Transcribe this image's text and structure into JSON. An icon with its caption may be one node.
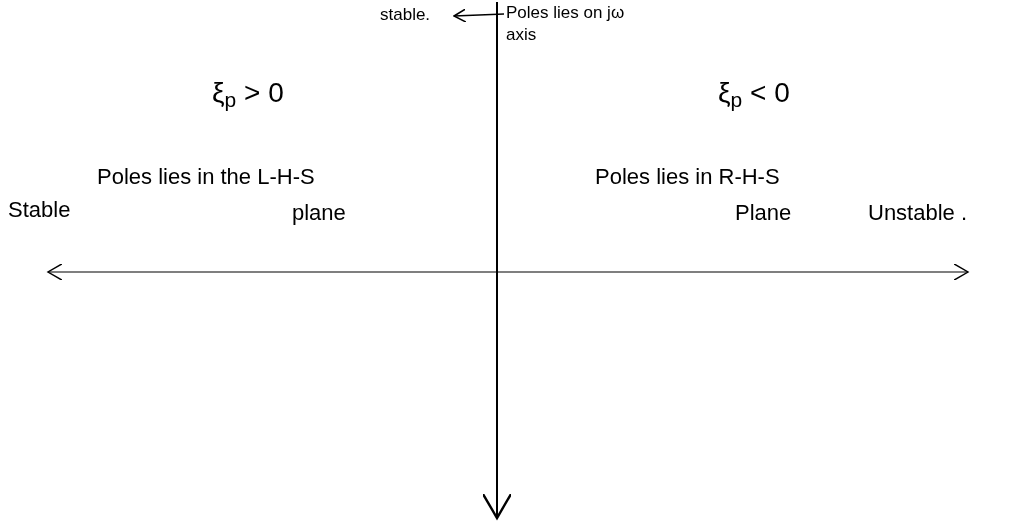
{
  "diagram": {
    "nodes": [
      {
        "text": [
          "stable."
        ]
      },
      {
        "text": [
          "Poles lies on jω axis"
        ]
      }
    ],
    "edges": [
      {
        "from": 1,
        "to": 0,
        "arrow": "to"
      }
    ],
    "labels": [
      "ξ$_{p}$ > 0",
      "ξ$_{p}$ < 0",
      "Poles lies in the L-H-S",
      "Poles lies in R-H-S",
      "Stable",
      "plane",
      "Plane",
      "Unstable ."
    ]
  }
}
